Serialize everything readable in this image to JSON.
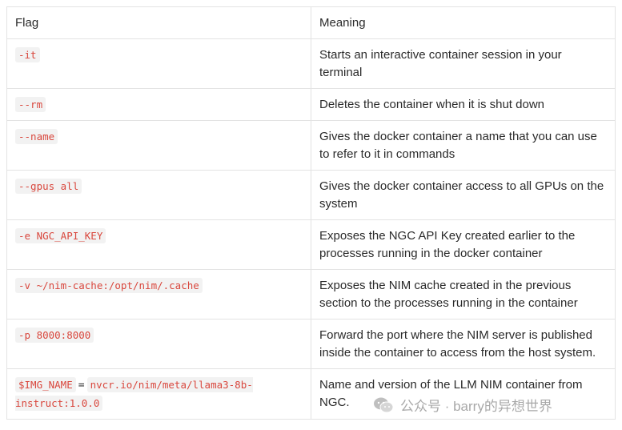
{
  "table": {
    "headers": [
      "Flag",
      "Meaning"
    ],
    "rows": [
      {
        "flag": "-it",
        "meaning": "Starts an interactive container session in your terminal"
      },
      {
        "flag": "--rm",
        "meaning": "Deletes the container when it is shut down"
      },
      {
        "flag": "--name",
        "meaning": "Gives the docker container a name that you can use to refer to it in commands"
      },
      {
        "flag": "--gpus all",
        "meaning": "Gives the docker container access to all GPUs on the system"
      },
      {
        "flag": "-e NGC_API_KEY",
        "meaning": "Exposes the NGC API Key created earlier to the processes running in the docker container"
      },
      {
        "flag": "-v ~/nim-cache:/opt/nim/.cache",
        "meaning": "Exposes the NIM cache created in the previous section to the processes running in the container"
      },
      {
        "flag": "-p 8000:8000",
        "meaning": "Forward the port where the NIM server is published inside the container to access from the host system."
      },
      {
        "flag_var": "$IMG_NAME",
        "flag_eq": "=",
        "flag_value": "nvcr.io/nim/meta/llama3-8b-instruct:1.0.0",
        "meaning": "Name and version of the LLM NIM container from NGC."
      }
    ]
  },
  "watermark": {
    "text": "公众号 · barry的异想世界",
    "icon": "wechat-icon"
  }
}
